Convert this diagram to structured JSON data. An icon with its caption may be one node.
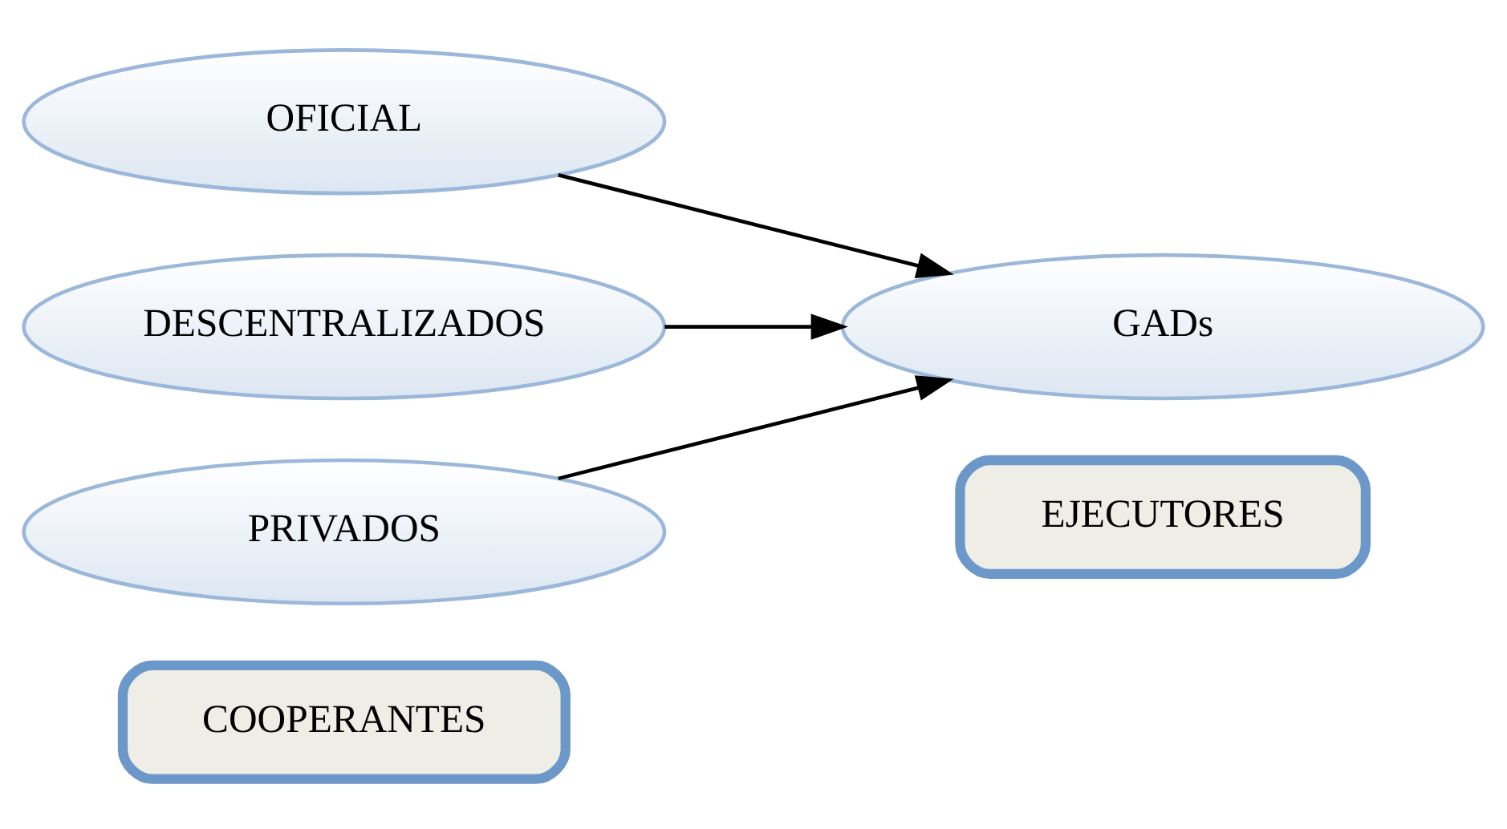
{
  "diagram": {
    "nodes": [
      {
        "text": [
          "COOPERANTES"
        ]
      },
      {
        "text": [
          "EJECUTORES"
        ]
      },
      {
        "text": [
          "OFICIAL"
        ]
      },
      {
        "text": [
          "DESCENTRALIZADOS"
        ]
      },
      {
        "text": [
          "PRIVADOS"
        ]
      },
      {
        "text": [
          "GADs"
        ]
      }
    ],
    "edges": [
      {
        "from": 2,
        "to": 5,
        "arrow": "to"
      },
      {
        "from": 3,
        "to": 5,
        "arrow": "to"
      },
      {
        "from": 4,
        "to": 5,
        "arrow": "to"
      }
    ]
  }
}
